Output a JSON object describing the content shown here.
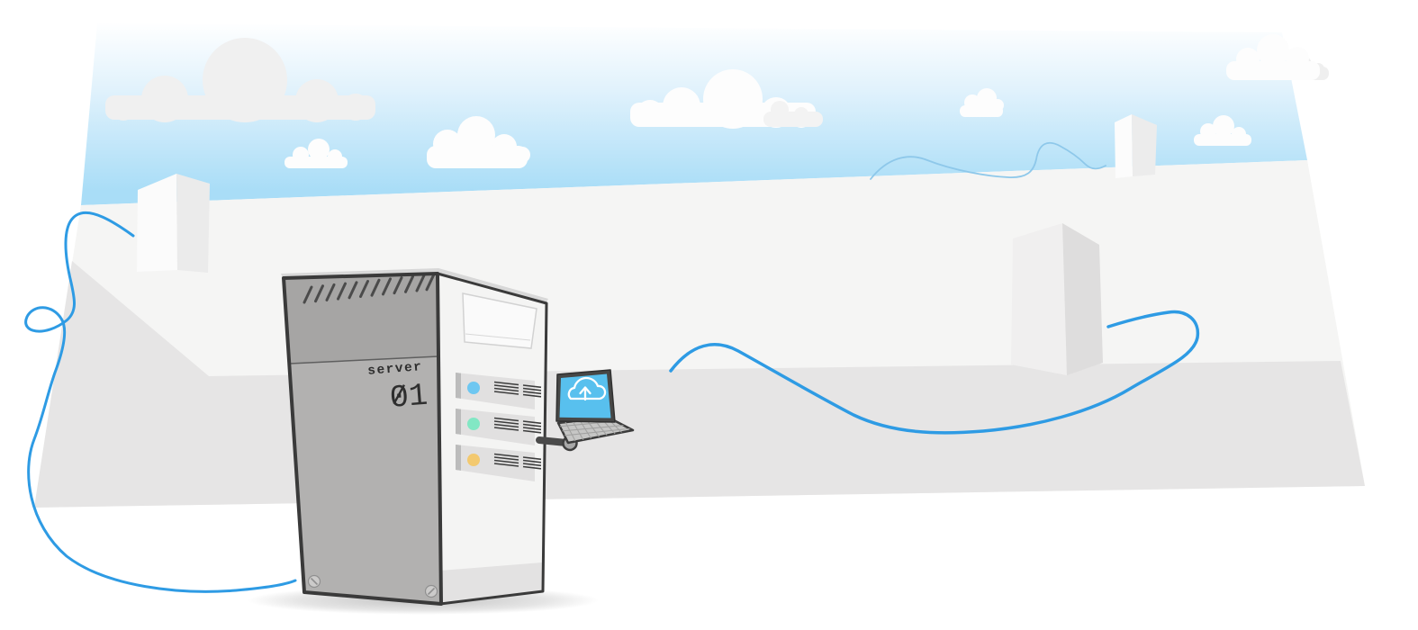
{
  "illustration": {
    "type": "vector-scene",
    "subject": "server tower connected to a laptop uploading to the cloud",
    "server": {
      "label_top": "server",
      "label_number": "01",
      "bays": [
        {
          "name": "drive-bay-1",
          "led": "blue",
          "led_hex": "#6ec7f1"
        },
        {
          "name": "drive-bay-2",
          "led": "mint",
          "led_hex": "#82e7c4"
        },
        {
          "name": "drive-bay-3",
          "led": "amber",
          "led_hex": "#f3c96f"
        }
      ]
    },
    "laptop": {
      "screen_icon": "cloud-upload-icon"
    },
    "scenery": {
      "cloud_count": 8,
      "building_count": 3,
      "cable_count": 3
    }
  },
  "colors": {
    "sky_top": "#ffffff",
    "sky_mid": "#e1f2fc",
    "sky_bottom": "#a9ddf7",
    "ground_light": "#f5f5f4",
    "ground_dark": "#e6e5e5",
    "cloud_white": "#fdfdfd",
    "cloud_gray": "#f0f0f0",
    "cable_blue": "#2e9be4",
    "wire_light_blue": "#8ec8ea",
    "laptop_screen": "#58c0ee",
    "led_blue": "#6ec7f1",
    "led_mint": "#82e7c4",
    "led_amber": "#f3c96f",
    "server_front_top": "#a6a5a4",
    "server_front_bottom": "#b2b1b0",
    "server_side": "#f4f4f3",
    "outline_dark": "#3a3a3a"
  }
}
